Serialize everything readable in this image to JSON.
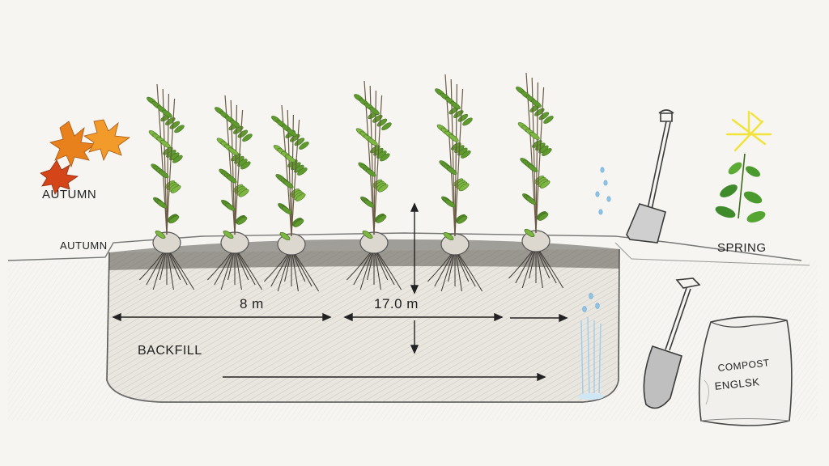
{
  "labels": {
    "autumn_top": "AUTUMN",
    "autumn_ground": "AUTUMN",
    "spring": "SPRING",
    "backfill": "BACKFILL",
    "dimension_left": "8 m",
    "dimension_center": "17.0 m",
    "compost_line1": "COMPOST",
    "compost_line2": "ENGLSK"
  },
  "colors": {
    "autumn_leaf_orange": "#e8801c",
    "autumn_leaf_red": "#d4461a",
    "foliage_green": "#5f9a2e",
    "spring_sun": "#f2e33a",
    "water_blue": "#8fc4e8",
    "soil_dark": "#4a4540"
  },
  "icons": [
    "maple-leaf-icon",
    "shovel-icon",
    "spade-icon",
    "sun-icon",
    "sprout-icon",
    "compost-bag-icon",
    "water-drops-icon"
  ]
}
